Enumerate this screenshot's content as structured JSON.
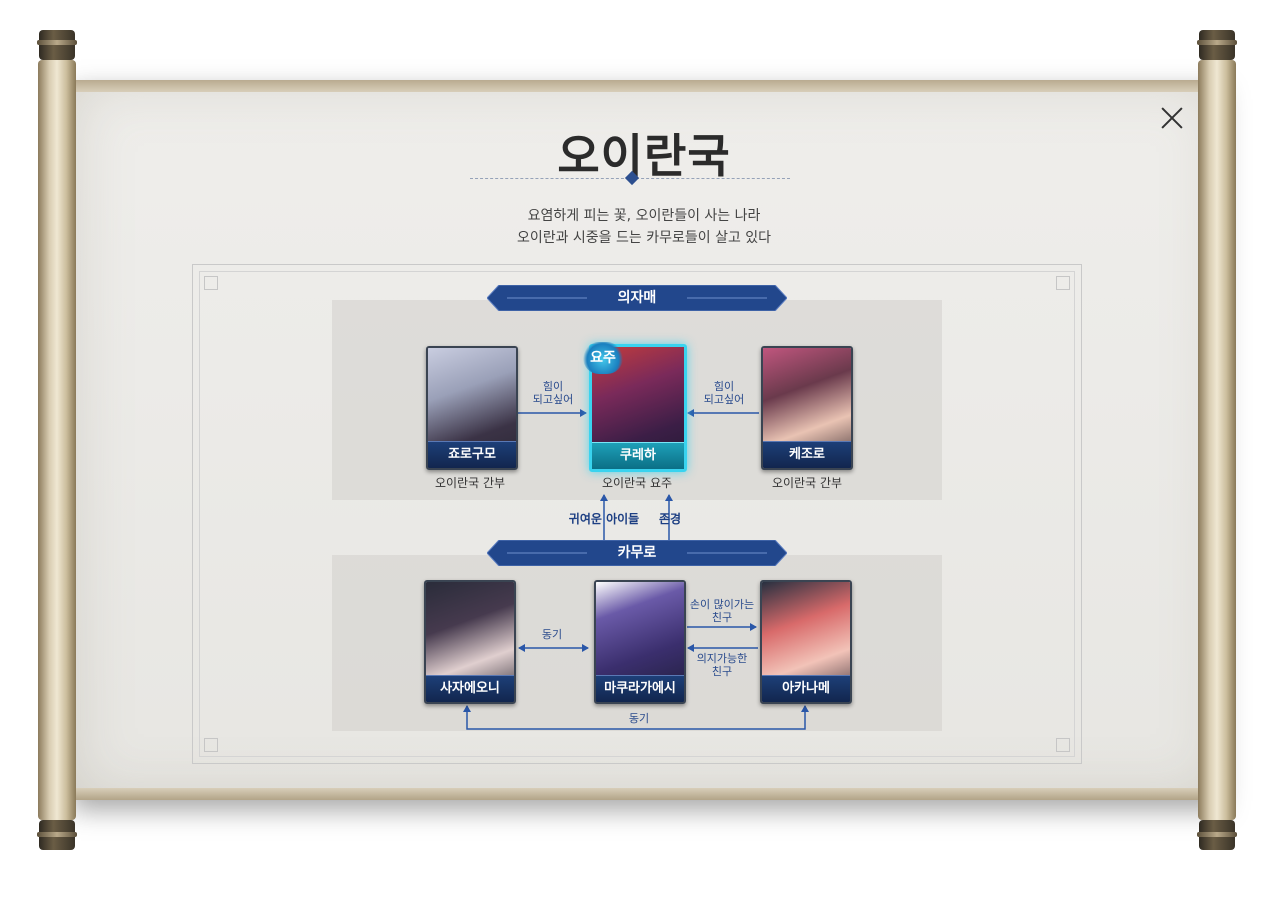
{
  "title": "오이란국",
  "description": [
    "요염하게 피는 꽃, 오이란들이 사는 나라",
    "오이란과 시중을 드는 카무로들이 살고 있다"
  ],
  "close_icon": "close-icon",
  "sections": {
    "top": {
      "label": "의자매",
      "cards": [
        {
          "name": "죠로구모",
          "subtitle": "오이란국 간부"
        },
        {
          "name": "쿠레하",
          "subtitle": "오이란국 요주",
          "badge": "요주"
        },
        {
          "name": "케조로",
          "subtitle": "오이란국 간부"
        }
      ],
      "relations": {
        "left_to_center": [
          "힘이",
          "되고싶어"
        ],
        "right_to_center": [
          "힘이",
          "되고싶어"
        ]
      }
    },
    "bottom": {
      "label": "카무로",
      "cards": [
        {
          "name": "사자에오니"
        },
        {
          "name": "마쿠라가에시"
        },
        {
          "name": "아카나메"
        }
      ],
      "relations": {
        "left_center": "동기",
        "center_to_right": [
          "손이 많이가는",
          "친구"
        ],
        "right_to_center": [
          "의지가능한",
          "친구"
        ],
        "left_right": "동기"
      }
    },
    "between": {
      "left": "귀여운 아이들",
      "right": "존경"
    }
  },
  "colors": {
    "accent": "#22478c",
    "highlight": "#39d3ef"
  }
}
